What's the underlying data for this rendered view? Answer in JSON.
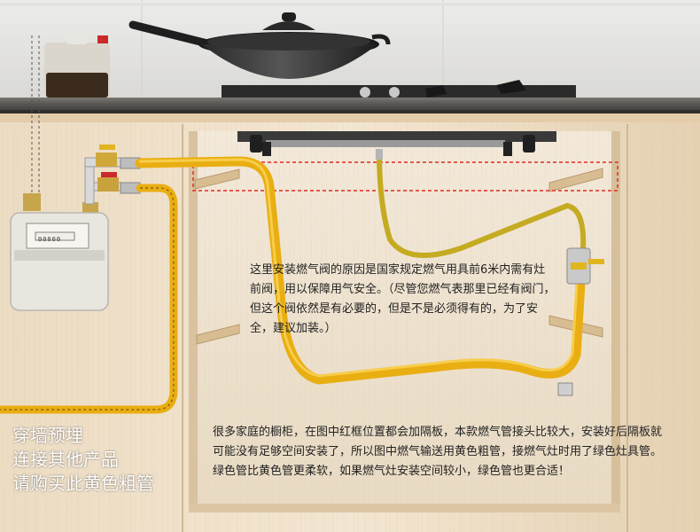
{
  "annotations": {
    "valve_note": "这里安装燃气阀的原因是国家规定燃气用具前6米内需有灶前阀，用以保障用气安全。（尽管您燃气表那里已经有阀门，但这个阀依然是有必要的，但是不是必须得有的，为了安全，建议加装。）",
    "cabinet_note": "很多家庭的橱柜，在图中红框位置都会加隔板，本款燃气管接头比较大，安装好后隔板就可能没有足够空间安装了，所以图中燃气输送用黄色粗管，接燃气灶时用了绿色灶具管。绿色管比黄色管更柔软，如果燃气灶安装空间较小，绿色管也更合适！"
  },
  "side_caption": {
    "line1": "穿墙预埋",
    "line2": "连接其他产品",
    "line3": "请购买此黄色粗管"
  },
  "meter_reading": "00000",
  "colors": {
    "yellow_pipe": "#f2b91b",
    "green_hose": "#c9b22a",
    "highlight_box": "#e0463c",
    "wood": "#e6cfac",
    "countertop": "#5c5a55"
  }
}
